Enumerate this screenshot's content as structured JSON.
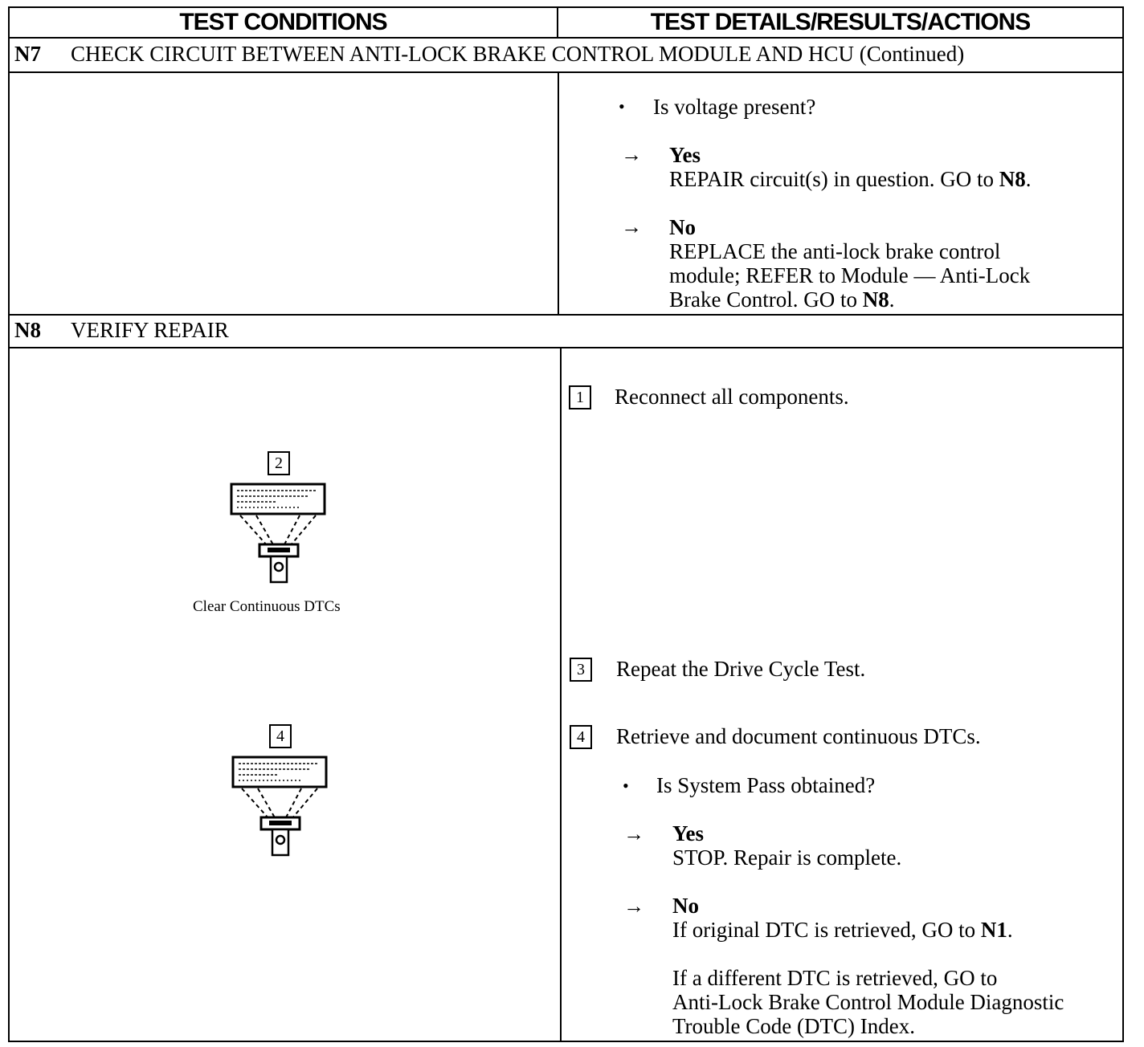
{
  "header": {
    "left": "TEST CONDITIONS",
    "right": "TEST DETAILS/RESULTS/ACTIONS"
  },
  "n7": {
    "id": "N7",
    "title": "CHECK CIRCUIT BETWEEN ANTI-LOCK BRAKE CONTROL MODULE AND HCU (Continued)",
    "question": "Is voltage present?",
    "yes_label": "Yes",
    "yes_text_pre": "REPAIR circuit(s) in question. GO to ",
    "yes_ref": "N8",
    "yes_text_post": ".",
    "no_label": "No",
    "no_line1": "REPLACE the anti-lock brake control",
    "no_line2": "module; REFER to Module — Anti-Lock",
    "no_line3_pre": "Brake Control. GO to ",
    "no_ref": "N8",
    "no_line3_post": "."
  },
  "n8": {
    "id": "N8",
    "title": "VERIFY REPAIR",
    "steps": [
      {
        "num": "1",
        "text": "Reconnect all components."
      },
      {
        "num": "2"
      },
      {
        "num": "3",
        "text": "Repeat the Drive Cycle Test."
      },
      {
        "num": "4",
        "text": "Retrieve and document continuous DTCs."
      }
    ],
    "illustration_caption": "Clear Continuous DTCs",
    "question": "Is System Pass obtained?",
    "yes_label": "Yes",
    "yes_text": "STOP. Repair is complete.",
    "no_label": "No",
    "no_line1_pre": "If original DTC is retrieved, GO to ",
    "no_ref": "N1",
    "no_line1_post": ".",
    "no_line2": "If a different DTC is retrieved, GO to",
    "no_line3": "Anti-Lock Brake Control Module Diagnostic",
    "no_line4": "Trouble Code (DTC) Index."
  },
  "icons": {
    "bullet": "•",
    "arrow": "→"
  }
}
